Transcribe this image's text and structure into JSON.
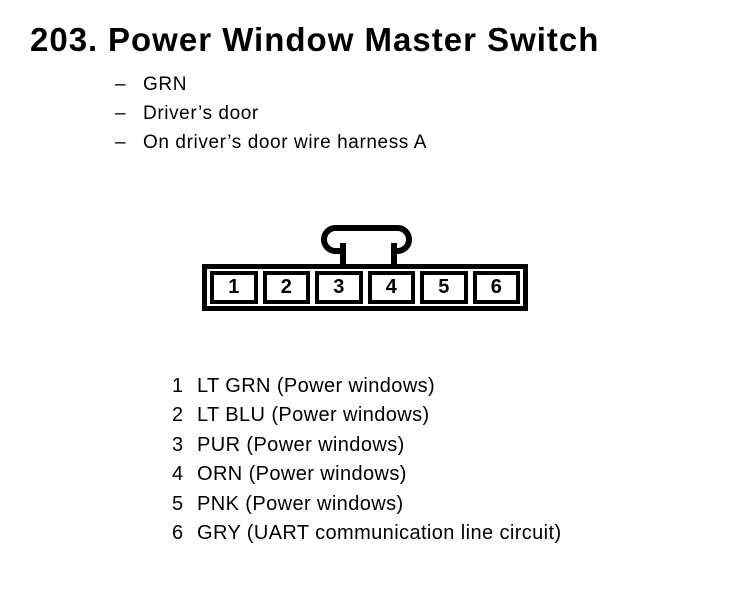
{
  "colors": {
    "ink": "#000000",
    "background": "#ffffff"
  },
  "figure": {
    "number": "203.",
    "title": "Power Window Master Switch",
    "bullet_char": "–",
    "details": [
      "GRN",
      "Driver’s door",
      "On driver’s door wire harness A"
    ]
  },
  "connector": {
    "pins": [
      "1",
      "2",
      "3",
      "4",
      "5",
      "6"
    ]
  },
  "pin_list": [
    {
      "pin": "1",
      "description": "LT GRN (Power windows)"
    },
    {
      "pin": "2",
      "description": "LT BLU (Power windows)"
    },
    {
      "pin": "3",
      "description": "PUR (Power windows)"
    },
    {
      "pin": "4",
      "description": "ORN (Power windows)"
    },
    {
      "pin": "5",
      "description": "PNK (Power windows)"
    },
    {
      "pin": "6",
      "description": "GRY (UART communication line circuit)"
    }
  ]
}
